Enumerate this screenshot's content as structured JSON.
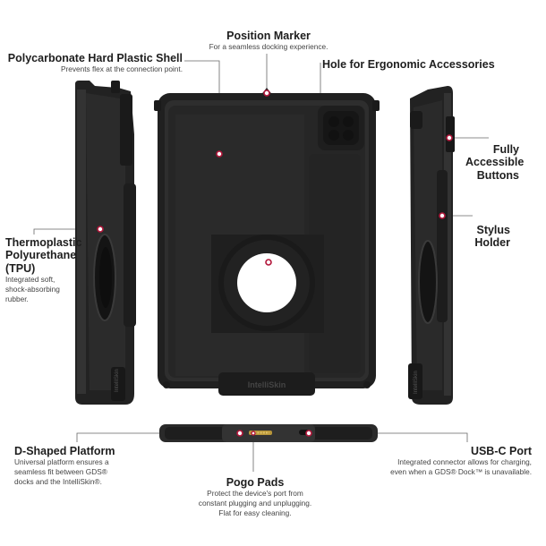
{
  "callouts": {
    "position_marker": {
      "title": "Position Marker",
      "desc": "For a seamless docking experience."
    },
    "shell": {
      "title": "Polycarbonate Hard Plastic Shell",
      "desc": "Prevents flex at the connection point."
    },
    "hole": {
      "title": "Hole for Ergonomic Accessories"
    },
    "buttons": {
      "line1": "Fully",
      "line2": "Accessible",
      "line3": "Buttons"
    },
    "stylus": {
      "line1": "Stylus",
      "line2": "Holder"
    },
    "tpu": {
      "line1": "Thermoplastic",
      "line2": "Polyurethane",
      "line3": "(TPU)",
      "desc1": "Integrated soft,",
      "desc2": "shock-absorbing",
      "desc3": "rubber."
    },
    "platform": {
      "title": "D-Shaped Platform",
      "desc1": "Universal platform ensures a",
      "desc2": "seamless fit between GDS®",
      "desc3": "docks and the IntelliSkin®."
    },
    "usbc": {
      "title": "USB-C Port",
      "desc1": "Integrated connector allows for charging,",
      "desc2": "even when a GDS® Dock™ is unavailable."
    },
    "pogo": {
      "title": "Pogo Pads",
      "desc1": "Protect the device's port from",
      "desc2": "constant plugging and unplugging.",
      "desc3": "Flat for easy cleaning."
    }
  },
  "product": {
    "logo_text": "IntelliSkin"
  },
  "colors": {
    "case_dark": "#1c1c1c",
    "case_mid": "#2c2c2c",
    "case_edge": "#3a3a3a",
    "marker": "#b2163a"
  }
}
